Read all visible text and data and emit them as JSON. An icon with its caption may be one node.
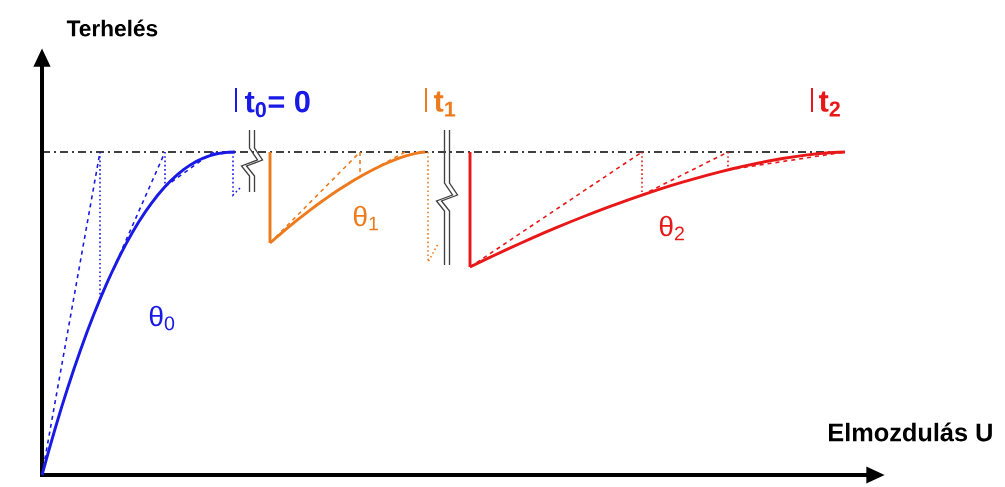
{
  "diagram": {
    "labels": [
      "Terhelés",
      "t$_{0}$= 0",
      "t$_{1}$",
      "t$_{2}$",
      "θ$_{0}$",
      "θ$_{1}$",
      "θ$_{2}$",
      "Elmozdulás U"
    ]
  }
}
